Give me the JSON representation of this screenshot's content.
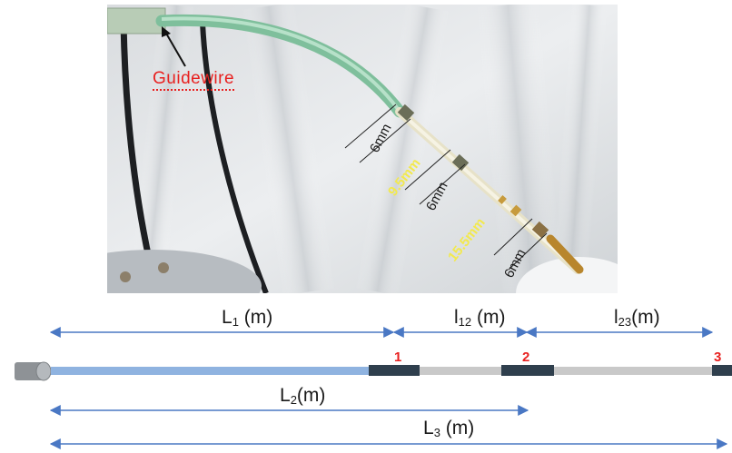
{
  "photo": {
    "guidewire_label": "Guidewire",
    "segment_lengths": [
      {
        "text": "6mm"
      },
      {
        "text": "6mm"
      },
      {
        "text": "6mm"
      }
    ],
    "spacings": [
      {
        "text": "9.5mm"
      },
      {
        "text": "15.5mm"
      }
    ]
  },
  "diagram": {
    "distances": {
      "L1": {
        "main": "L",
        "sub": "1",
        "unit": "(m)"
      },
      "l12": {
        "main": "l",
        "sub": "12",
        "unit": "(m)"
      },
      "l23": {
        "main": "l",
        "sub": "23",
        "unit": "(m)"
      },
      "L2": {
        "main": "L",
        "sub": "2",
        "unit": "(m)"
      },
      "L3": {
        "main": "L",
        "sub": "3",
        "unit": "(m)"
      }
    },
    "sensors": [
      "1",
      "2",
      "3"
    ]
  },
  "colors": {
    "arrow": "#4a78c4",
    "catheter_proximal": "#8fb3e0",
    "catheter_distal": "#c9c9c9",
    "sensor_band": "#2f3f4d",
    "sensor_number": "#e8201f",
    "guidewire_label": "#e8201f",
    "photo_text": "#f2e94e"
  }
}
